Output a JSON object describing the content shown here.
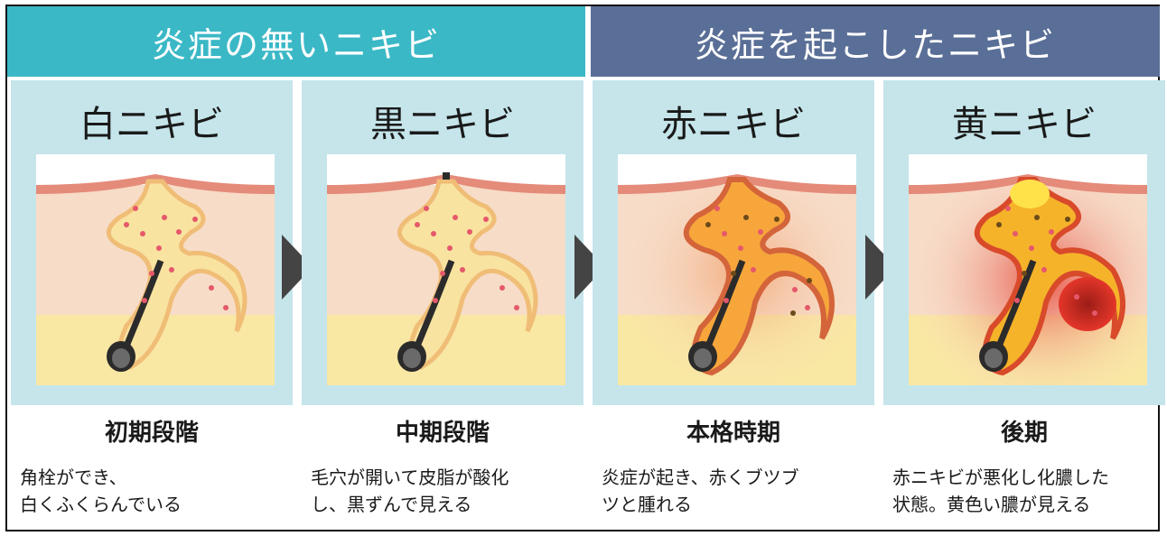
{
  "groups": [
    {
      "label": "炎症の無いニキビ"
    },
    {
      "label": "炎症を起こしたニキビ"
    }
  ],
  "panels": [
    {
      "title": "白ニキビ",
      "stage": "初期段階",
      "desc": [
        "角栓ができ、",
        "白くふくらんでいる"
      ]
    },
    {
      "title": "黒ニキビ",
      "stage": "中期段階",
      "desc": [
        "毛穴が開いて皮脂が酸化",
        "し、黒ずんで見える"
      ]
    },
    {
      "title": "赤ニキビ",
      "stage": "本格時期",
      "desc": [
        "炎症が起き、赤くブツブ",
        "ツと腫れる"
      ]
    },
    {
      "title": "黄ニキビ",
      "stage": "後期",
      "desc": [
        "赤ニキビが悪化し化膿した",
        "状態。黄色い膿が見える"
      ]
    }
  ],
  "colors": {
    "band_left": "#3bb8c6",
    "band_right": "#5a6f97",
    "panel_bg": "#c5e5ea",
    "arrow": "#444444"
  }
}
